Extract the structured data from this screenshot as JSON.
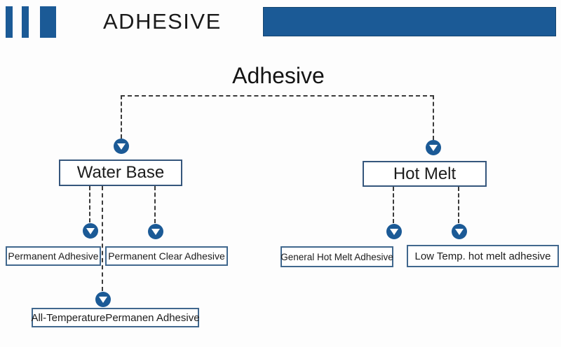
{
  "header": {
    "brand_text": "ADHESIVE",
    "accent_color": "#1b5a96"
  },
  "diagram": {
    "title": "Adhesive",
    "branches": [
      {
        "label": "Water Base",
        "children": [
          {
            "label": "Permanent Adhesive"
          },
          {
            "label": "Permanent Clear Adhesive"
          },
          {
            "label": "All-TemperaturePermanen Adhesive"
          }
        ]
      },
      {
        "label": "Hot Melt",
        "children": [
          {
            "label": "General Hot Melt Adhesive"
          },
          {
            "label": "Low Temp. hot melt adhesive"
          }
        ]
      }
    ],
    "icons": {
      "node_marker": "circle-down-arrow-icon"
    },
    "colors": {
      "accent_blue": "#1b5a96",
      "main_box_border": "#35567c",
      "child_box_border": "#41688e",
      "connector": "#3b3b3b",
      "text": "#1c1c1c"
    }
  }
}
